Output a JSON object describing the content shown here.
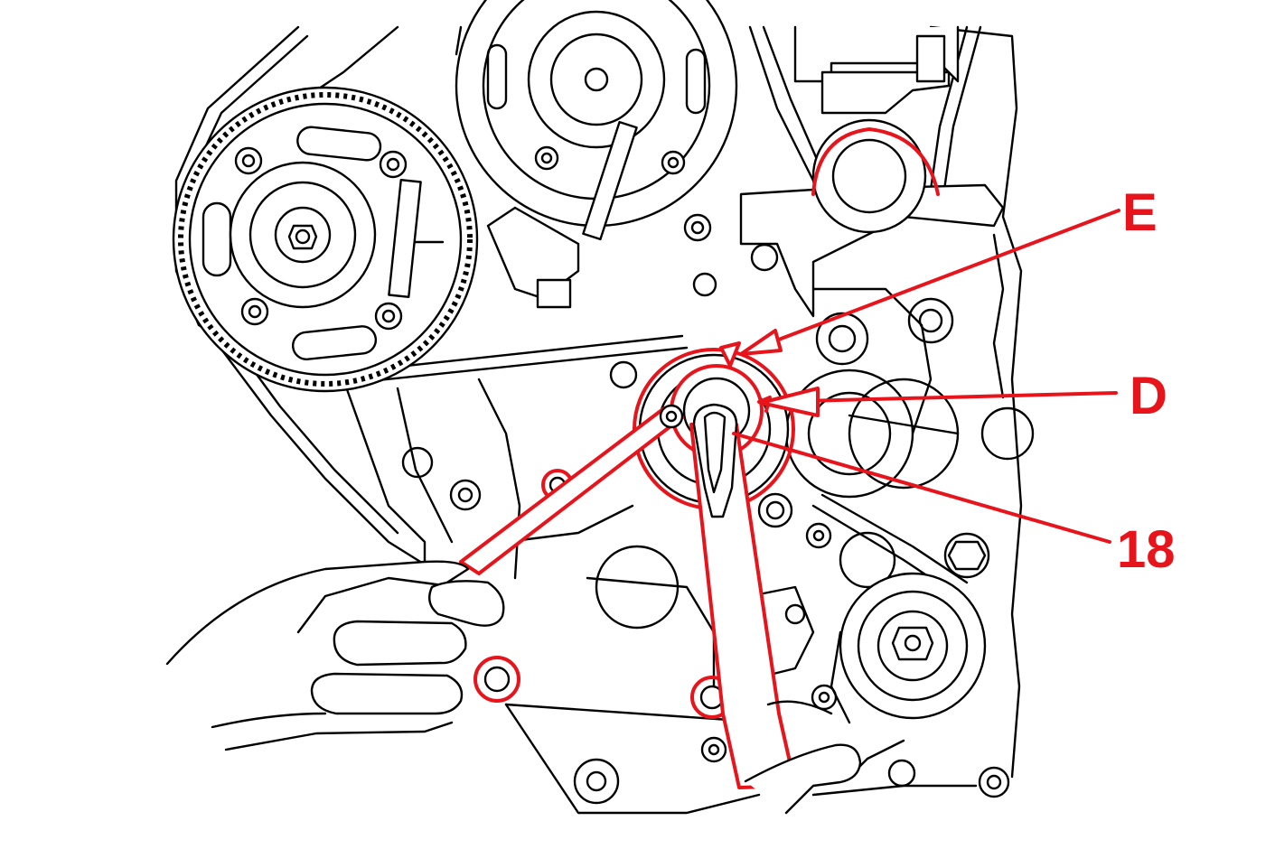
{
  "callouts": {
    "e": "E",
    "d": "D",
    "n18": "18"
  },
  "colors": {
    "accent": "#e8141c",
    "line": "#000000",
    "background": "#ffffff"
  }
}
